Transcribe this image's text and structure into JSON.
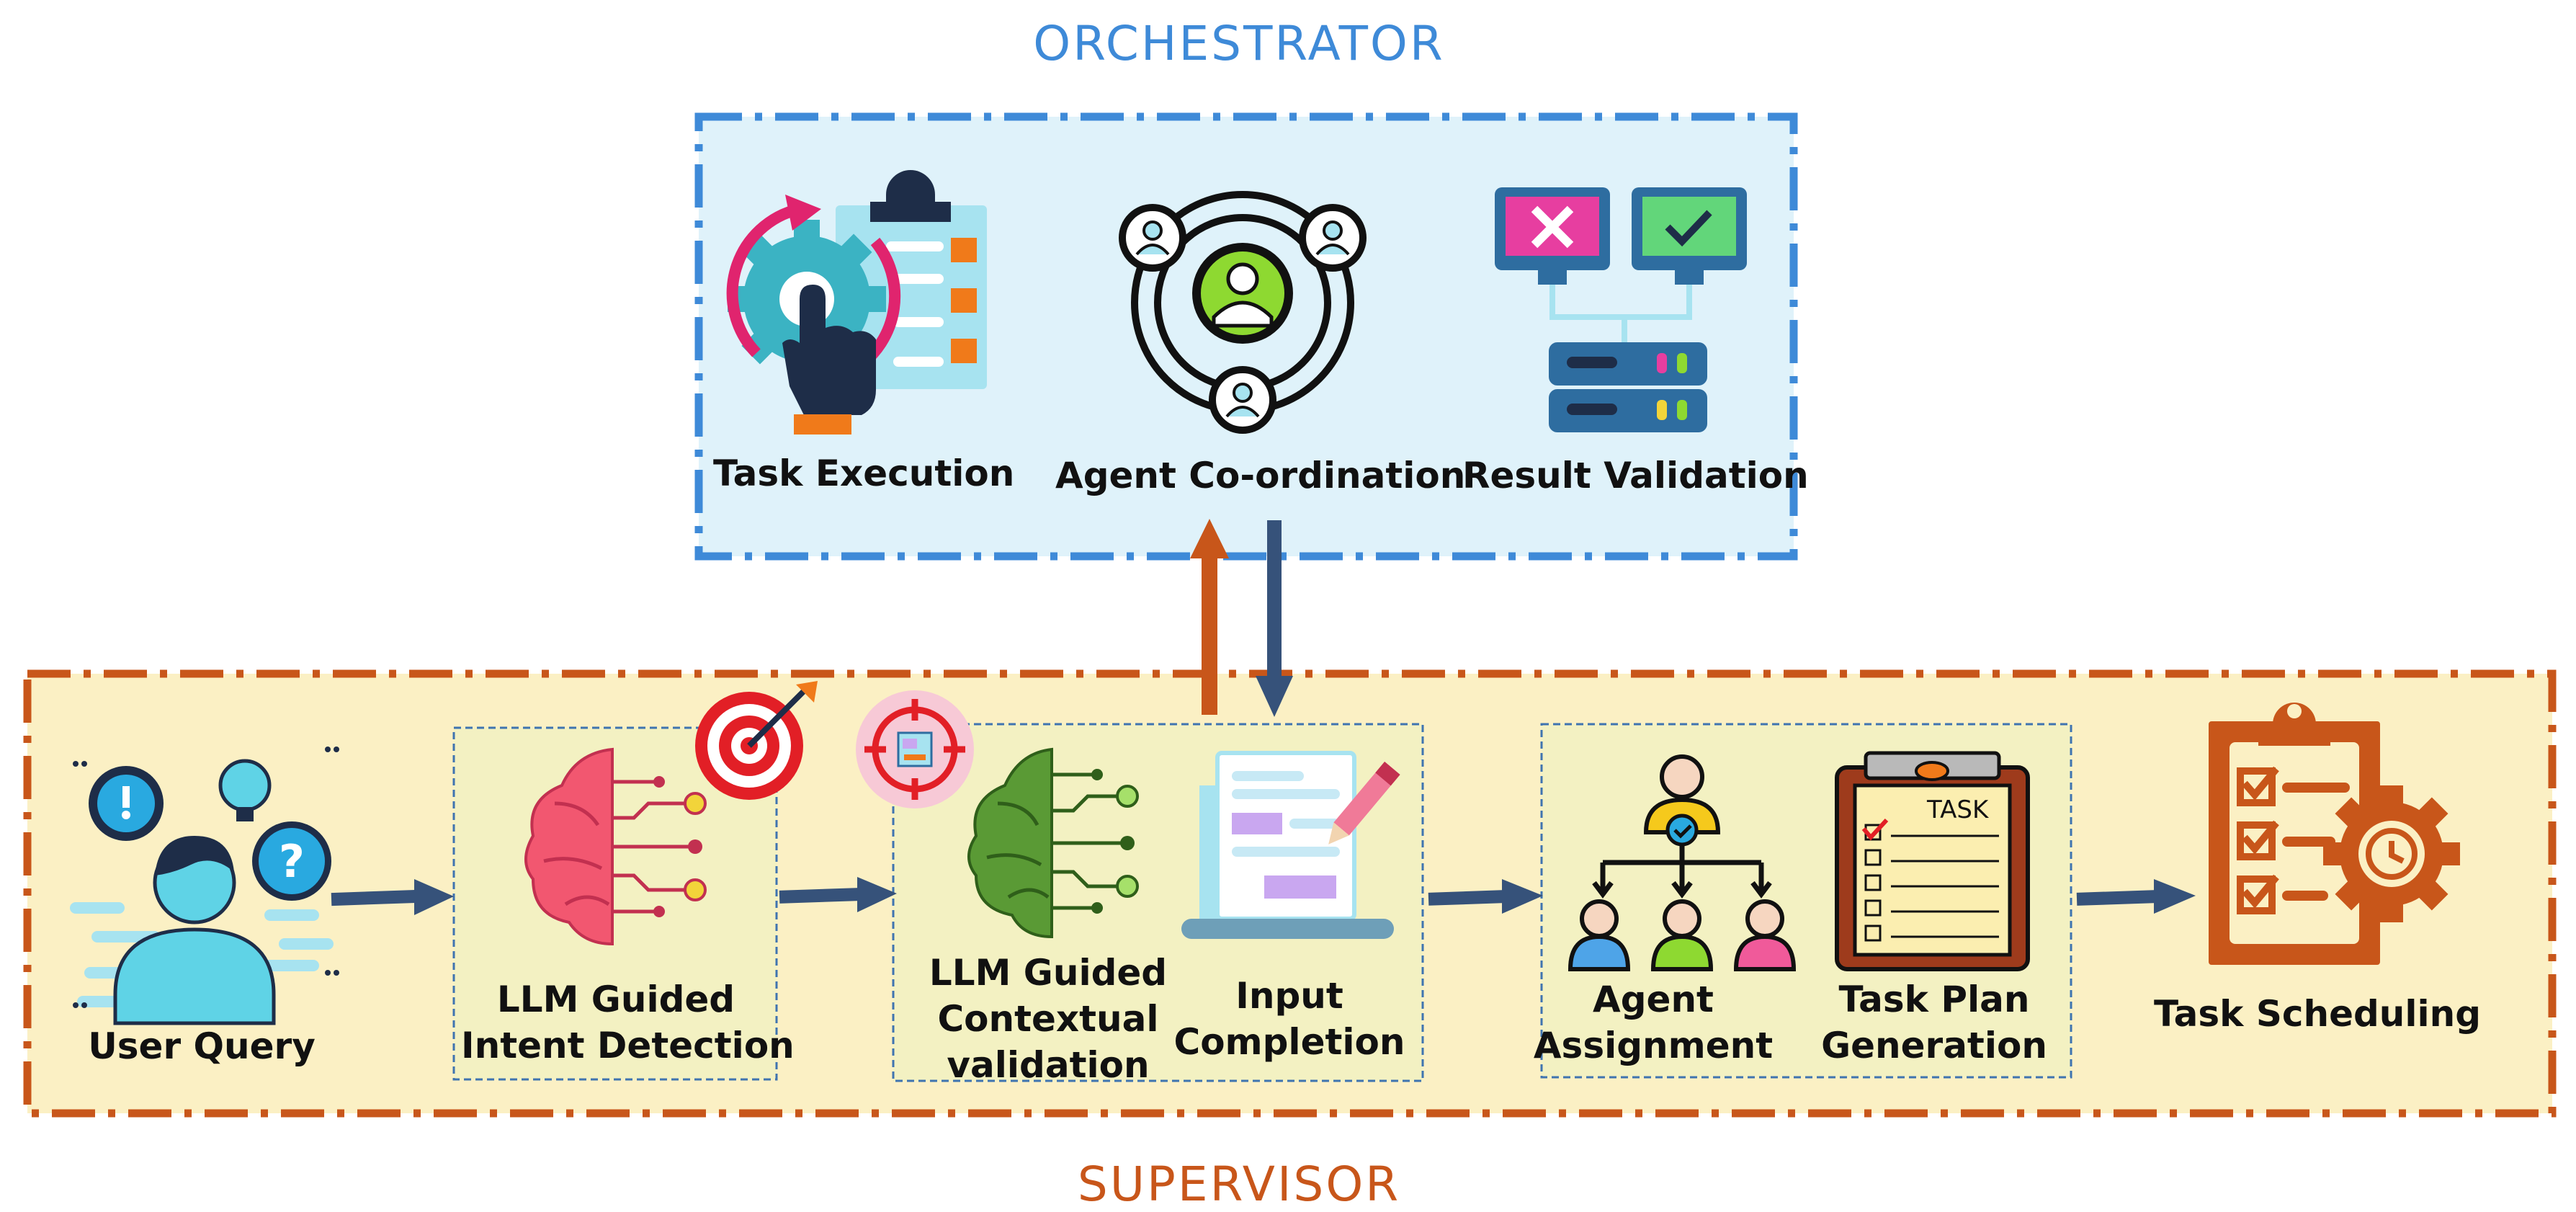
{
  "orchestrator": {
    "title": "ORCHESTRATOR",
    "items": [
      {
        "label": "Task Execution"
      },
      {
        "label": "Agent Co-ordination"
      },
      {
        "label": "Result Validation"
      }
    ]
  },
  "supervisor": {
    "title": "SUPERVISOR",
    "steps": {
      "user_query": {
        "label": "User Query"
      },
      "intent_detection": {
        "line1": "LLM Guided",
        "line2": "Intent Detection"
      },
      "contextual_validation": {
        "line1": "LLM Guided",
        "line2": "Contextual",
        "line3": "validation"
      },
      "input_completion": {
        "line1": "Input",
        "line2": "Completion"
      },
      "agent_assignment": {
        "line1": "Agent",
        "line2": "Assignment"
      },
      "task_plan": {
        "line1": "Task Plan",
        "line2": "Generation",
        "clipboard_text": "TASK"
      },
      "task_scheduling": {
        "label": "Task Scheduling"
      }
    }
  },
  "colors": {
    "orchestrator_border": "#3e8ad8",
    "orchestrator_fill": "#dff2fa",
    "supervisor_border": "#c8561a",
    "supervisor_fill": "#fbf0c4",
    "inner_box_border": "#3f74b0",
    "flow_arrow": "#36527a",
    "up_arrow": "#c8561a"
  }
}
